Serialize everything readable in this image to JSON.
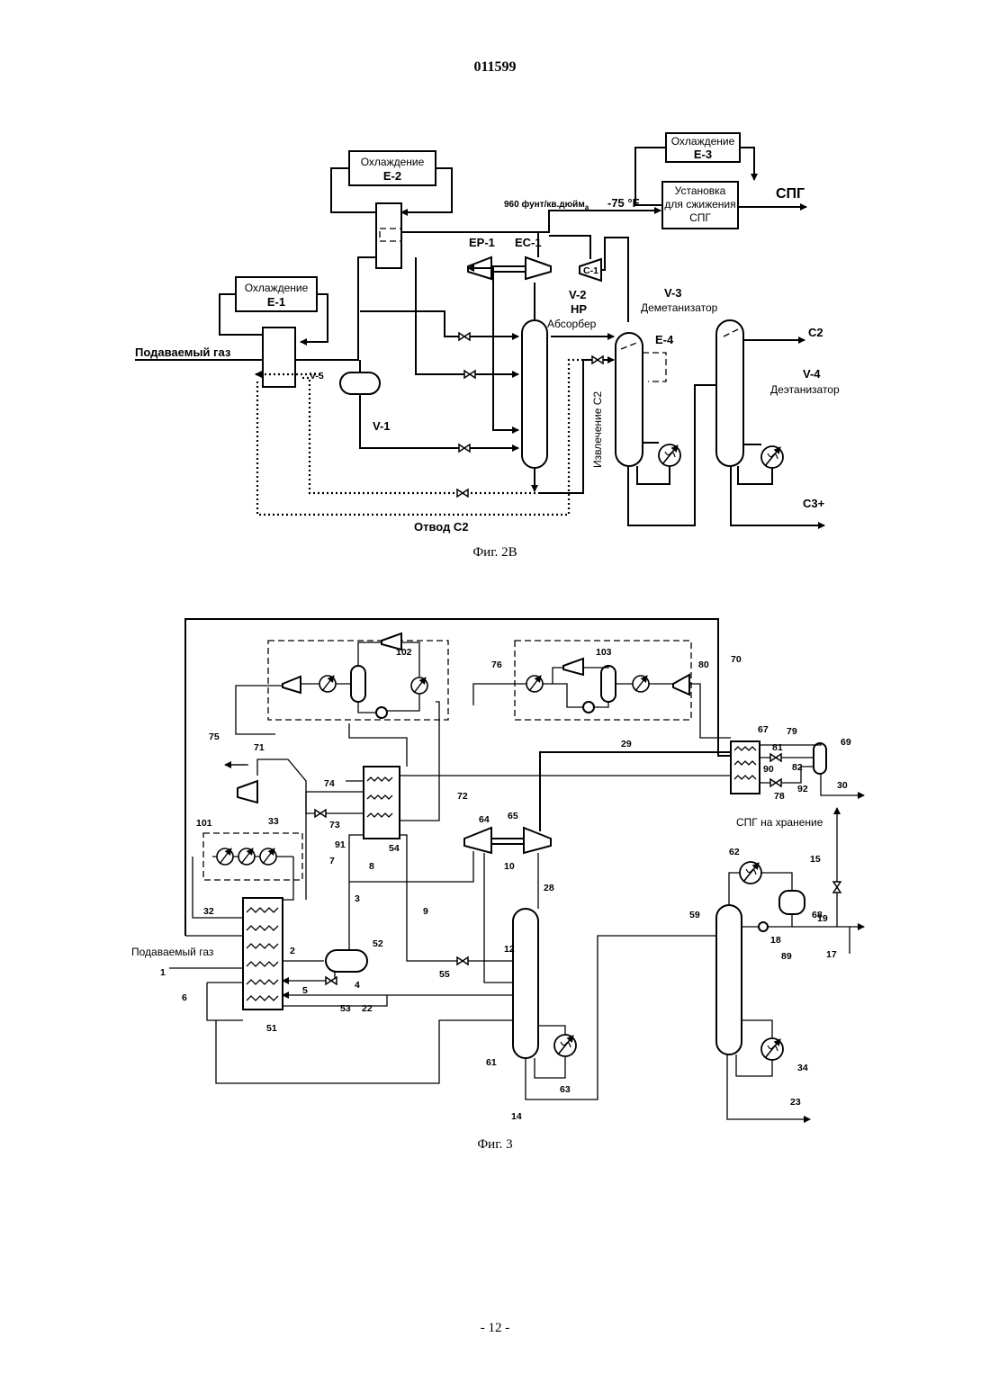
{
  "page_number": "011599",
  "footer": "- 12 -",
  "fig2b": {
    "caption": "Фиг. 2В",
    "cooling_e2": [
      "Охлаждение",
      "Е-2"
    ],
    "cooling_e3": [
      "Охлаждение",
      "Е-3"
    ],
    "cooling_e1": [
      "Охлаждение",
      "Е-1"
    ],
    "lng_unit": [
      "Установка",
      "для сжижения",
      "СПГ"
    ],
    "lng_product": "СПГ",
    "pressure_label": "960 фунт/кв.дюйм",
    "pressure_sub": "а",
    "temp_label": "-75 °F",
    "ep1": "EP-1",
    "ec1": "EC-1",
    "c1": "C-1",
    "v2_lines": [
      "V-2",
      "HP",
      "Абсорбер"
    ],
    "v3_lines": [
      "V-3",
      "Деметанизатор"
    ],
    "e4": "E-4",
    "c2_out": "C2",
    "v4_lines": [
      "V-4",
      "Деэтанизатор"
    ],
    "feed_gas": "Подаваемый газ",
    "v5": "V-5",
    "v1": "V-1",
    "c2_extraction": "Извлечение С2",
    "c3_plus": "C3+",
    "c2_removal": "Отвод С2"
  },
  "fig3": {
    "caption": "Фиг. 3",
    "feed_gas": "Подаваемый газ",
    "lng_storage": "СПГ на хранение",
    "numbers": {
      "n102": "102",
      "n103": "103",
      "n70": "70",
      "n76": "76",
      "n80": "80",
      "n75": "75",
      "n71": "71",
      "n67": "67",
      "n79": "79",
      "n69": "69",
      "n81": "81",
      "n29": "29",
      "n90": "90",
      "n82": "82",
      "n74": "74",
      "n72": "72",
      "n78": "78",
      "n92": "92",
      "n30": "30",
      "n101": "101",
      "n33": "33",
      "n73": "73",
      "n91": "91",
      "n54": "54",
      "n64": "64",
      "n65": "65",
      "n7": "7",
      "n8": "8",
      "n10": "10",
      "n62": "62",
      "n15": "15",
      "n3": "3",
      "n28": "28",
      "n68": "68",
      "n32": "32",
      "n9": "9",
      "n59": "59",
      "n19": "19",
      "n52": "52",
      "n12": "12",
      "n18": "18",
      "n2": "2",
      "n89": "89",
      "n17": "17",
      "n1": "1",
      "n55": "55",
      "n6": "6",
      "n5": "5",
      "n4": "4",
      "n53": "53",
      "n22": "22",
      "n51": "51",
      "n61": "61",
      "n34": "34",
      "n63": "63",
      "n14": "14",
      "n23": "23"
    }
  }
}
